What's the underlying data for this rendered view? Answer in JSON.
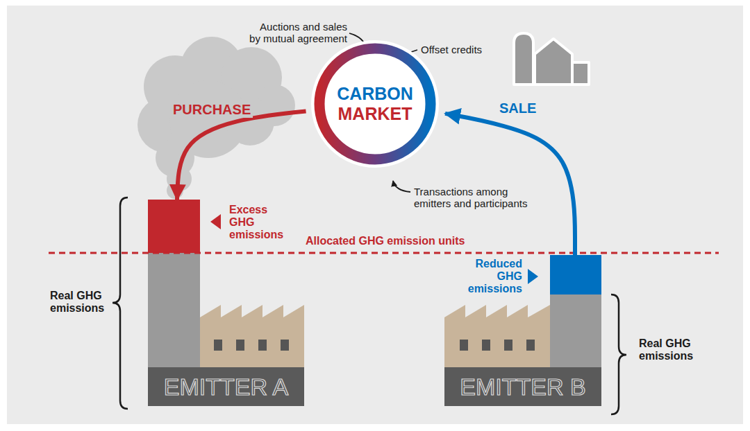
{
  "diagram": {
    "nodes": [
      {
        "text": [
          "CARBON",
          "MARKET"
        ]
      },
      {
        "text": [
          "EMITTER A"
        ]
      },
      {
        "text": [
          "EMITTER B"
        ]
      }
    ],
    "edges": [
      {
        "from": 0,
        "to": 1,
        "label": "PURCHASE",
        "arrow": "to"
      },
      {
        "from": 2,
        "to": 0,
        "label": "SALE",
        "arrow": "to"
      }
    ],
    "labels": [
      "Auctions and sales by mutual agreement",
      "Offset credits",
      "Transactions among emitters and participants",
      "Excess GHG emissions",
      "Allocated GHG emission units",
      "Reduced GHG emissions",
      "Real GHG emissions",
      "Real GHG emissions"
    ]
  }
}
